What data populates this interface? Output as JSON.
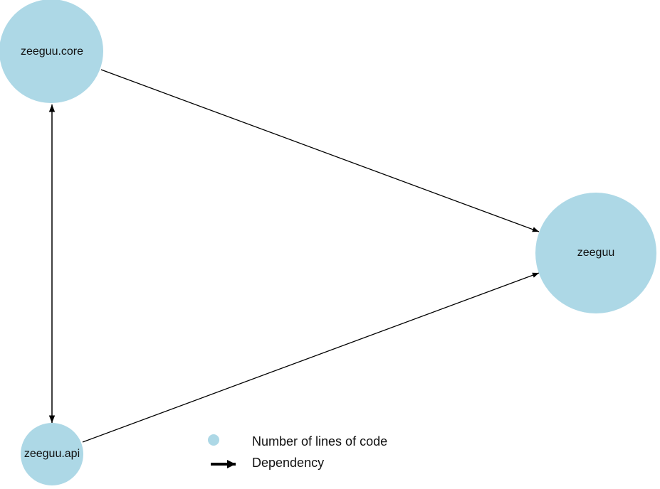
{
  "diagram": {
    "nodes": [
      {
        "id": "core",
        "label": "zeeguu.core",
        "color": "#add8e6"
      },
      {
        "id": "zeeguu",
        "label": "zeeguu",
        "color": "#add8e6"
      },
      {
        "id": "api",
        "label": "zeeguu.api",
        "color": "#add8e6"
      }
    ],
    "edges": [
      {
        "from": "zeeguu.core",
        "to": "zeeguu",
        "type": "directed"
      },
      {
        "from": "zeeguu.api",
        "to": "zeeguu",
        "type": "directed"
      },
      {
        "from": "zeeguu.core",
        "to": "zeeguu.api",
        "type": "bidirectional"
      }
    ]
  },
  "legend": {
    "size_label": "Number of lines of code",
    "dependency_label": "Dependency",
    "node_color": "#add8e6",
    "edge_color": "#000000"
  }
}
